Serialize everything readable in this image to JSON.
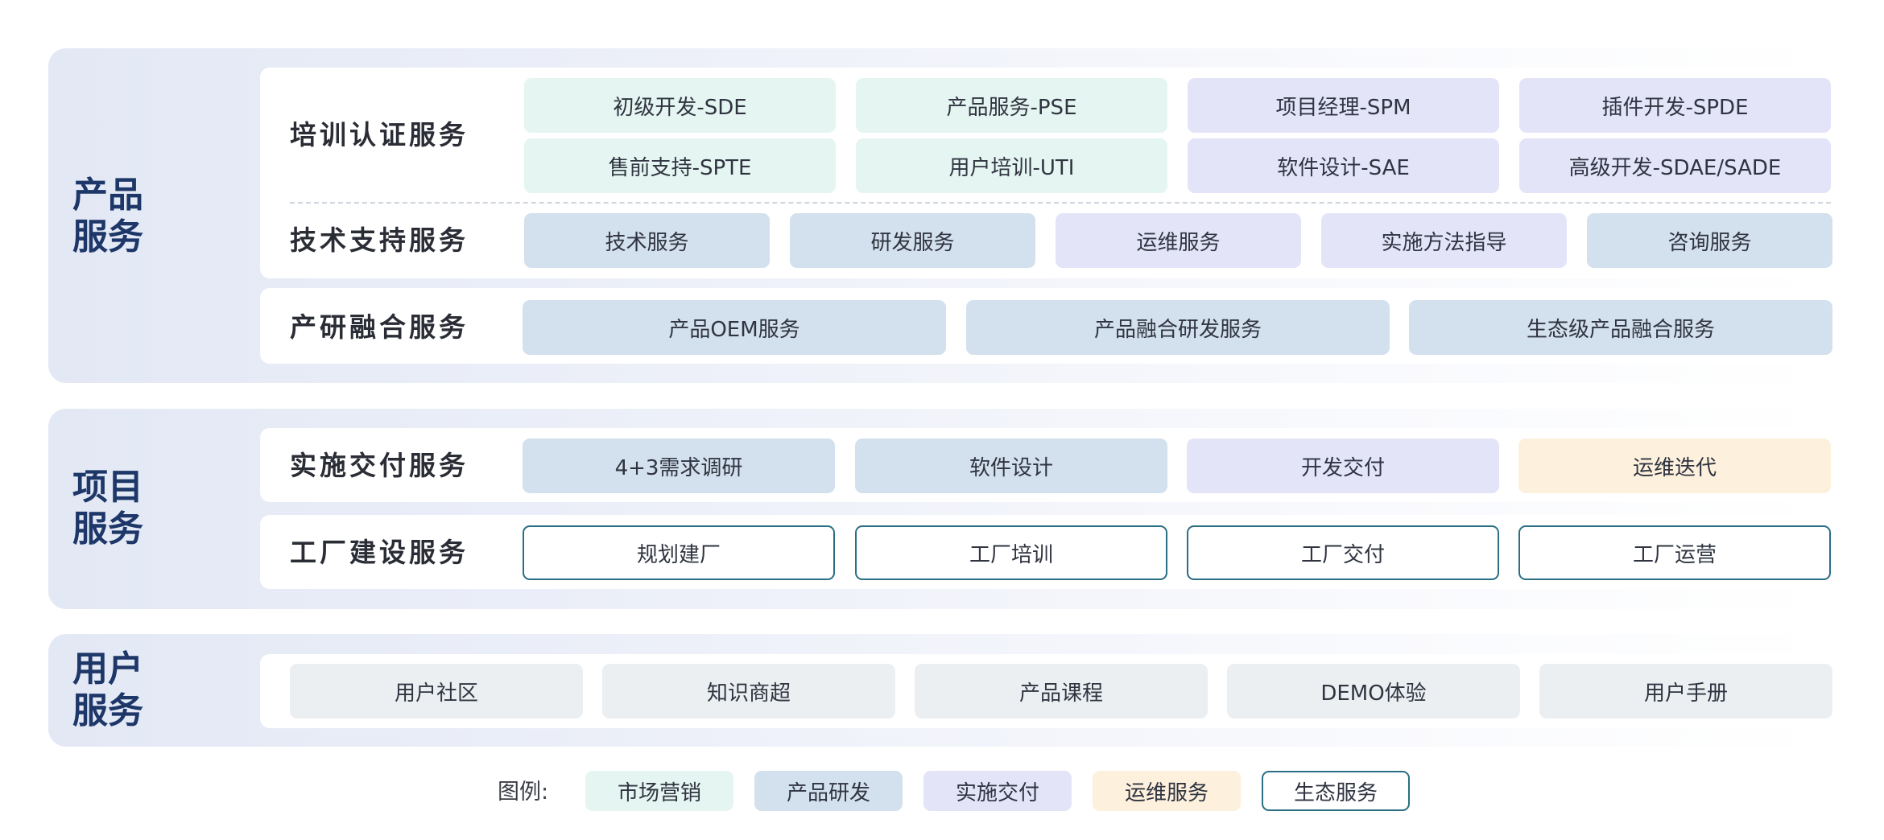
{
  "product": {
    "title": "产品服务",
    "training": {
      "label": "培训认证服务",
      "items": [
        "初级开发-SDE",
        "产品服务-PSE",
        "项目经理-SPM",
        "插件开发-SPDE",
        "售前支持-SPTE",
        "用户培训-UTI",
        "软件设计-SAE",
        "高级开发-SDAE/SADE"
      ]
    },
    "tech": {
      "label": "技术支持服务",
      "items": [
        "技术服务",
        "研发服务",
        "运维服务",
        "实施方法指导",
        "咨询服务"
      ]
    },
    "fusion": {
      "label": "产研融合服务",
      "items": [
        "产品OEM服务",
        "产品融合研发服务",
        "生态级产品融合服务"
      ]
    }
  },
  "project": {
    "title": "项目服务",
    "delivery": {
      "label": "实施交付服务",
      "items": [
        "4+3需求调研",
        "软件设计",
        "开发交付",
        "运维迭代"
      ]
    },
    "factory": {
      "label": "工厂建设服务",
      "items": [
        "规划建厂",
        "工厂培训",
        "工厂交付",
        "工厂运营"
      ]
    }
  },
  "user": {
    "title": "用户服务",
    "items": [
      "用户社区",
      "知识商超",
      "产品课程",
      "DEMO体验",
      "用户手册"
    ]
  },
  "legend": {
    "label": "图例:",
    "items": [
      {
        "label": "市场营销",
        "color": "#e5f5f1"
      },
      {
        "label": "产品研发",
        "color": "#d3e0ed"
      },
      {
        "label": "实施交付",
        "color": "#e4e4f9"
      },
      {
        "label": "运维服务",
        "color": "#fdf0dd"
      },
      {
        "label": "生态服务",
        "color": "#ffffff",
        "border": "#2a6f84"
      }
    ]
  }
}
